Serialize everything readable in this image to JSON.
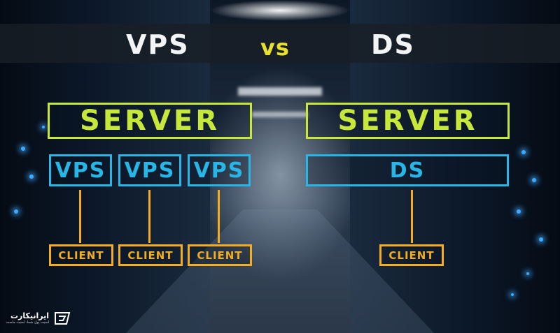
{
  "header": {
    "left_title": "VPS",
    "middle_title": "vs",
    "right_title": "DS"
  },
  "left_diagram": {
    "server_label": "SERVER",
    "nodes": [
      "VPS",
      "VPS",
      "VPS"
    ],
    "clients": [
      "CLIENT",
      "CLIENT",
      "CLIENT"
    ]
  },
  "right_diagram": {
    "server_label": "SERVER",
    "node": "DS",
    "client": "CLIENT"
  },
  "logo": {
    "name": "ایرانیکارت",
    "tagline": "امنیت پول شما، امنیت ماست"
  },
  "colors": {
    "server": "#c5e83a",
    "node": "#27b6e8",
    "client": "#f3ad1e",
    "vs": "#e8e02a",
    "title": "#f3f4f6"
  }
}
